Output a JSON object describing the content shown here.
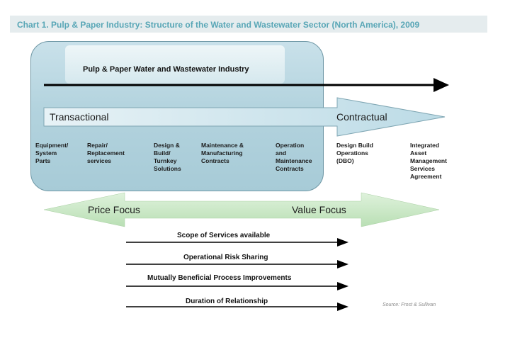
{
  "title": "Chart 1. Pulp & Paper Industry:  Structure of the Water and Wastewater Sector (North America), 2009",
  "industry_title": "Pulp & Paper Water and Wastewater Industry",
  "transaction_band": {
    "left_label": "Transactional",
    "right_label": "Contractual"
  },
  "stages": [
    "Equipment/\nSystem\nParts",
    "Repair/\nReplacement\nservices",
    "Design &\nBuild/\nTurnkey\nSolutions",
    "Maintenance &\nManufacturing\nContracts",
    "Operation\nand\nMaintenance\nContracts",
    "Design Build\nOperations\n(DBO)",
    "Integrated\nAsset\nManagement\nServices\nAgreement"
  ],
  "focus_band": {
    "left_label": "Price Focus",
    "right_label": "Value Focus"
  },
  "dimensions": [
    "Scope of Services available",
    "Operational Risk Sharing",
    "Mutually Beneficial Process Improvements",
    "Duration of Relationship"
  ],
  "source": "Source: Frost & Sullivan",
  "colors": {
    "title_text": "#58a6b6",
    "title_bar": "#e5ecee",
    "industry_box": "#b3d3de",
    "transaction_arrow": "#cfe4ec",
    "focus_arrow": "#c8e6c4"
  }
}
